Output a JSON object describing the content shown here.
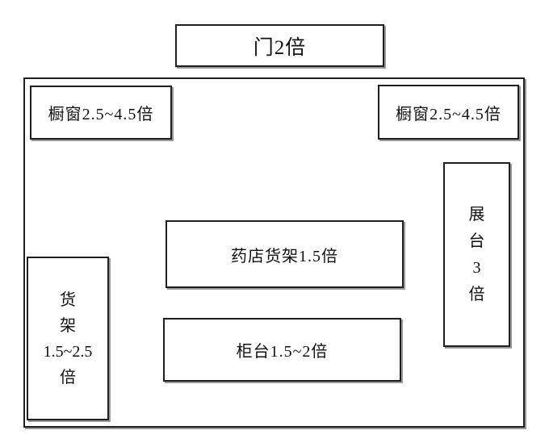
{
  "diagram": {
    "door": {
      "label": "门2倍"
    },
    "window_left": {
      "label": "橱窗2.5~4.5倍"
    },
    "window_right": {
      "label": "橱窗2.5~4.5倍"
    },
    "display_stand": {
      "lines": [
        "展",
        "台",
        "3",
        "倍"
      ]
    },
    "shelf": {
      "lines": [
        "货",
        "架",
        "1.5~2.5",
        "倍"
      ]
    },
    "pharmacy_shelf": {
      "label": "药店货架1.5倍"
    },
    "counter": {
      "label": "柜台1.5~2倍"
    },
    "colors": {
      "line": "#1f1f1f",
      "background": "#ffffff",
      "shadow": "#999999"
    }
  }
}
